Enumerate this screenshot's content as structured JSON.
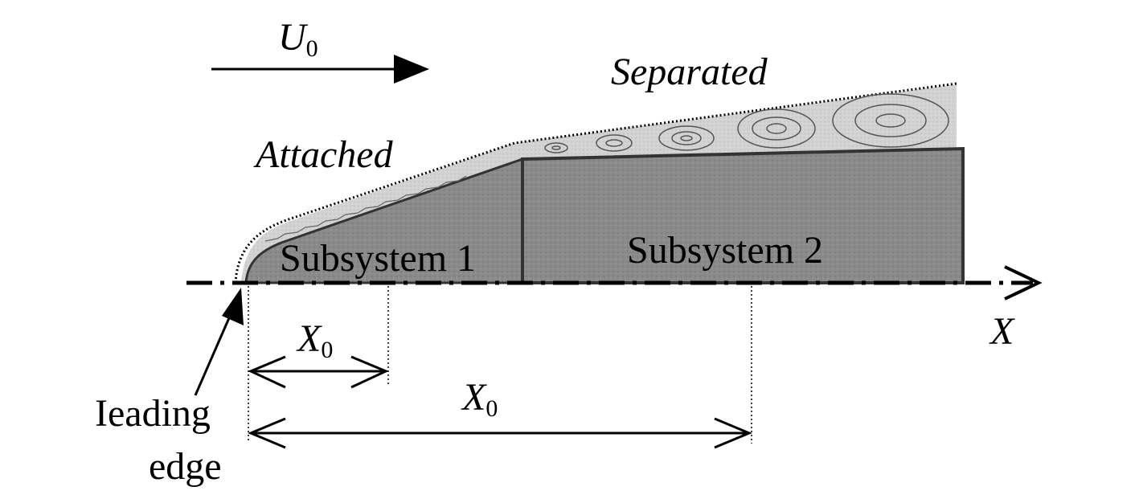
{
  "labels": {
    "velocity": "U",
    "velocity_sub": "0",
    "separated": "Separated",
    "attached": "Attached",
    "subsystem1": "Subsystem 1",
    "subsystem2": "Subsystem 2",
    "axis": "X",
    "dim_short": "X",
    "dim_short_sub": "0",
    "dim_long": "X",
    "dim_long_sub": "0",
    "leading_line1": "Ieading",
    "leading_line2": "edge"
  },
  "colors": {
    "ink": "#000000",
    "body_fill": "#8a8a8a",
    "boundary_layer_fill": "#d2d2d2",
    "vortex_stroke": "#555555"
  }
}
